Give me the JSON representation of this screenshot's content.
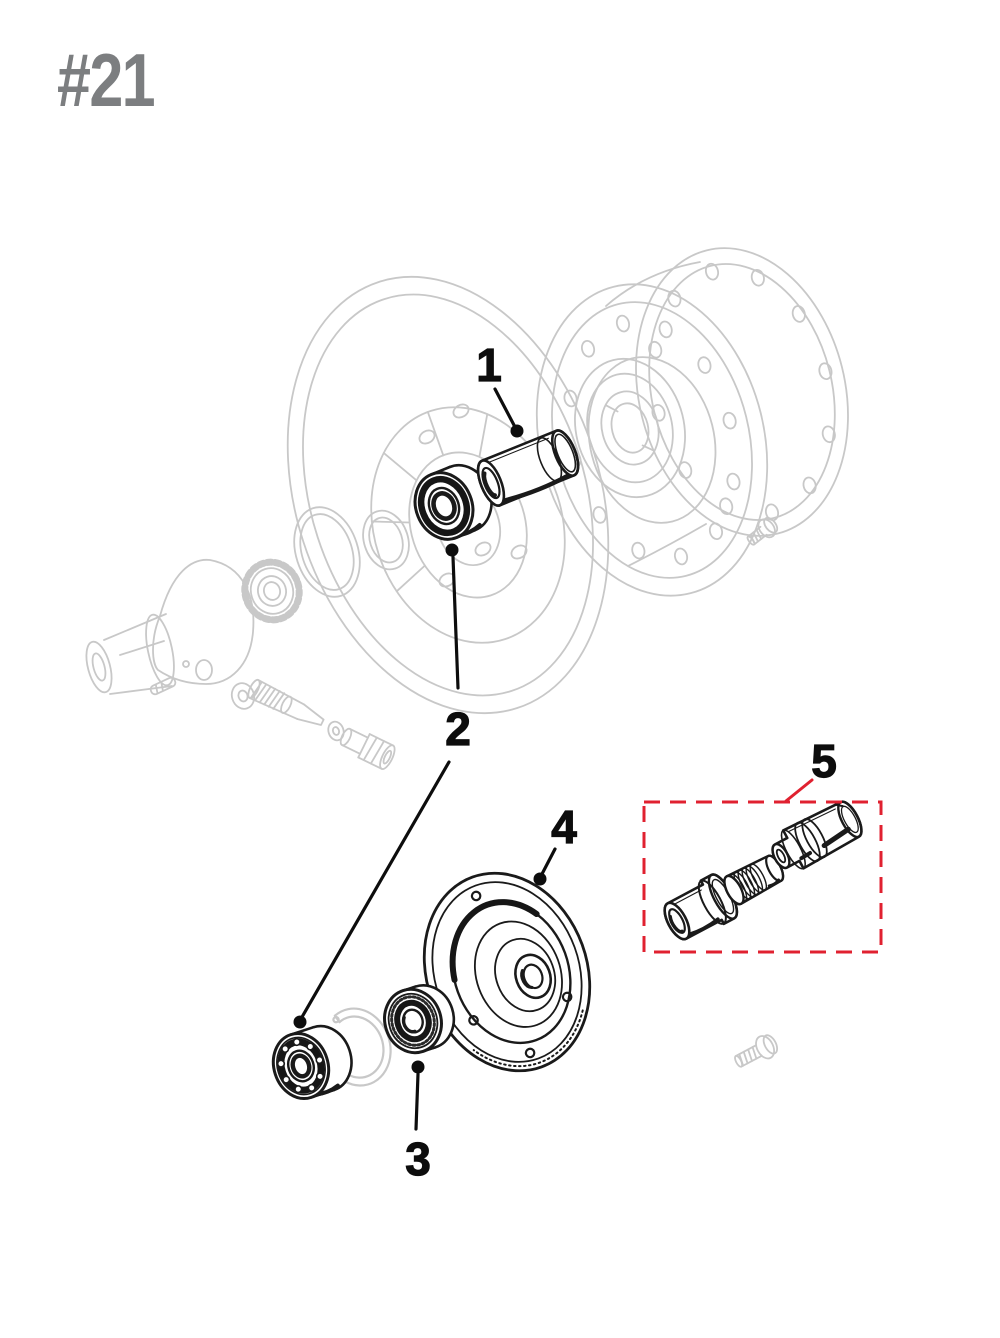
{
  "figure": {
    "number": "#21",
    "type": "exploded-parts-diagram",
    "callouts": [
      {
        "label": "1"
      },
      {
        "label": "2"
      },
      {
        "label": "3"
      },
      {
        "label": "4"
      },
      {
        "label": "5"
      }
    ],
    "highlight": {
      "callout": "5",
      "style": "red-dashed-box"
    }
  },
  "colors": {
    "background": "#ffffff",
    "figure_number": "#7c7e80",
    "callout_text": "#0d0d0d",
    "part_line": "#1a1a1a",
    "faded_part_line": "#c8c8c8",
    "highlight_red": "#e02130"
  }
}
